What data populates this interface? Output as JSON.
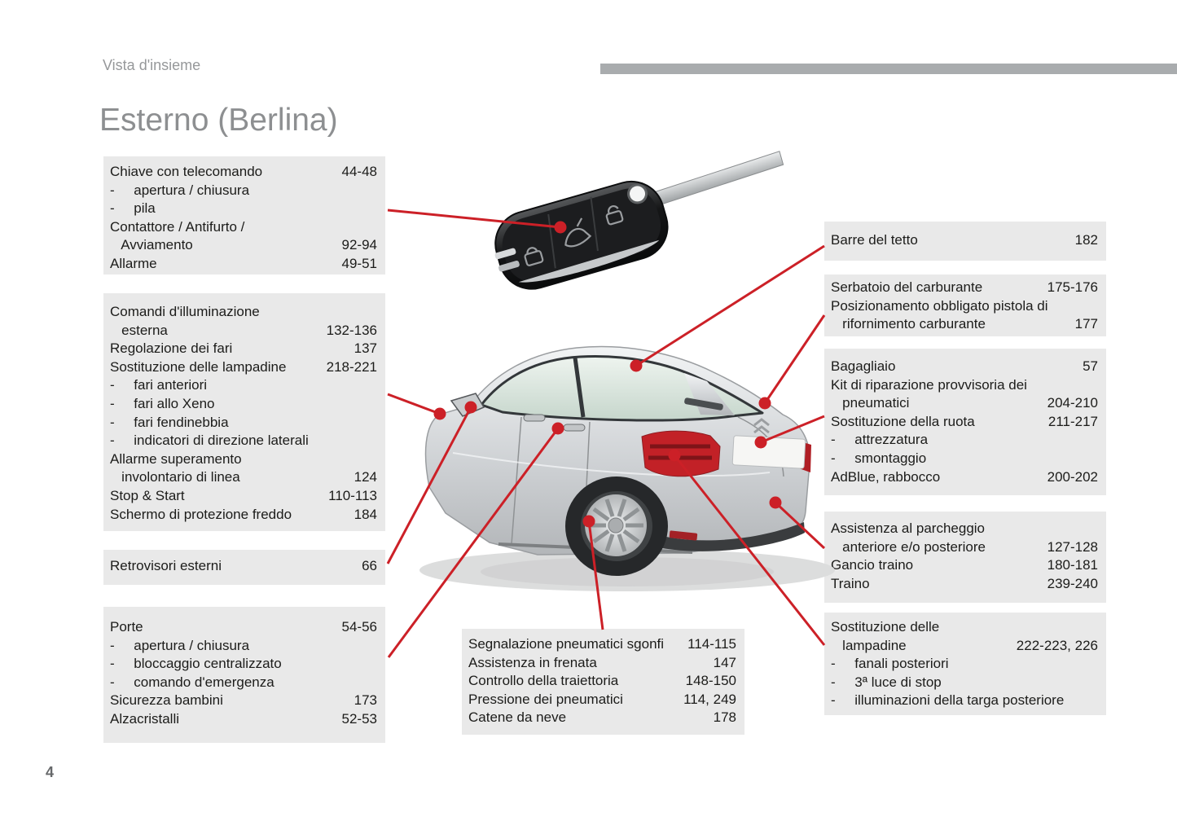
{
  "page": {
    "section": "Vista d'insieme",
    "title": "Esterno (Berlina)",
    "number": "4"
  },
  "colors": {
    "accent_red": "#cc2027",
    "box_background": "#e9e9e9",
    "title_gray": "#8d8f91",
    "bar_gray": "#a9acae"
  },
  "boxes": {
    "key_remote": {
      "rows": [
        {
          "t": "Chiave con telecomando",
          "p": "44-48"
        },
        {
          "t": "-     apertura / chiusura",
          "p": ""
        },
        {
          "t": "-     pila",
          "p": ""
        },
        {
          "t": "Contattore / Antifurto /",
          "p": ""
        },
        {
          "t": "   Avviamento",
          "p": "92-94"
        },
        {
          "t": "Allarme",
          "p": "49-51"
        }
      ]
    },
    "exterior_lighting": {
      "rows": [
        {
          "t": "Comandi d'illuminazione",
          "p": ""
        },
        {
          "t": "   esterna",
          "p": "132-136"
        },
        {
          "t": "Regolazione dei fari",
          "p": "137"
        },
        {
          "t": "Sostituzione delle lampadine",
          "p": "218-221"
        },
        {
          "t": "-     fari anteriori",
          "p": ""
        },
        {
          "t": "-     fari allo Xeno",
          "p": ""
        },
        {
          "t": "-     fari fendinebbia",
          "p": ""
        },
        {
          "t": "-     indicatori di direzione laterali",
          "p": ""
        },
        {
          "t": "Allarme superamento",
          "p": ""
        },
        {
          "t": "   involontario di linea",
          "p": "124"
        },
        {
          "t": "Stop & Start",
          "p": "110-113"
        },
        {
          "t": "Schermo di protezione freddo",
          "p": "184"
        }
      ]
    },
    "mirrors": {
      "rows": [
        {
          "t": "Retrovisori esterni",
          "p": "66"
        }
      ]
    },
    "doors": {
      "rows": [
        {
          "t": "Porte",
          "p": "54-56"
        },
        {
          "t": "-     apertura / chiusura",
          "p": ""
        },
        {
          "t": "-     bloccaggio centralizzato",
          "p": ""
        },
        {
          "t": "-     comando d'emergenza",
          "p": ""
        },
        {
          "t": "Sicurezza bambini",
          "p": "173"
        },
        {
          "t": "Alzacristalli",
          "p": "52-53"
        }
      ]
    },
    "roof_bars": {
      "rows": [
        {
          "t": "Barre del tetto",
          "p": "182"
        }
      ]
    },
    "fuel": {
      "rows": [
        {
          "t": "Serbatoio del carburante",
          "p": "175-176"
        },
        {
          "t": "Posizionamento obbligato pistola di",
          "p": ""
        },
        {
          "t": "   rifornimento carburante",
          "p": "177"
        }
      ]
    },
    "boot": {
      "rows": [
        {
          "t": "Bagagliaio",
          "p": "57"
        },
        {
          "t": "Kit di riparazione provvisoria dei",
          "p": ""
        },
        {
          "t": "   pneumatici",
          "p": "204-210"
        },
        {
          "t": "Sostituzione della ruota",
          "p": "211-217"
        },
        {
          "t": "-     attrezzatura",
          "p": ""
        },
        {
          "t": "-     smontaggio",
          "p": ""
        },
        {
          "t": "AdBlue, rabbocco",
          "p": "200-202"
        }
      ]
    },
    "parking_towing": {
      "rows": [
        {
          "t": "Assistenza al parcheggio",
          "p": ""
        },
        {
          "t": "   anteriore e/o posteriore",
          "p": "127-128"
        },
        {
          "t": "Gancio traino",
          "p": "180-181"
        },
        {
          "t": "Traino",
          "p": "239-240"
        }
      ]
    },
    "rear_bulbs": {
      "rows": [
        {
          "t": "Sostituzione delle",
          "p": ""
        },
        {
          "t": "   lampadine",
          "p": "222-223, 226"
        },
        {
          "t": "-     fanali posteriori",
          "p": ""
        },
        {
          "t": "-     3ª luce di stop",
          "p": ""
        },
        {
          "t": "-     illuminazioni della targa posteriore",
          "p": ""
        }
      ]
    },
    "tyres_braking": {
      "rows": [
        {
          "t": "Segnalazione pneumatici sgonfi",
          "p": "114-115"
        },
        {
          "t": "Assistenza in frenata",
          "p": "147"
        },
        {
          "t": "Controllo della traiettoria",
          "p": "148-150"
        },
        {
          "t": "Pressione dei pneumatici",
          "p": "114, 249"
        },
        {
          "t": "Catene da neve",
          "p": "178"
        }
      ]
    }
  }
}
